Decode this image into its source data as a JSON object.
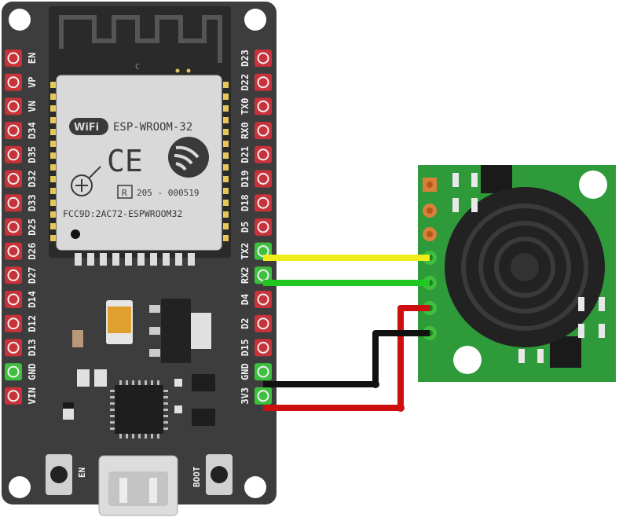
{
  "board": {
    "module_name": "ESP-WROOM-32",
    "wifi_logo": "WiFi",
    "ce_mark": "CE",
    "r_mark": "R",
    "cert_code": "205 - 000519",
    "fcc_id": "FCC9D:2AC72-ESPWROOM32",
    "antenna_mark": "C",
    "btn_en": "EN",
    "btn_boot": "BOOT",
    "left_pins": [
      "EN",
      "VP",
      "VN",
      "D34",
      "D35",
      "D32",
      "D33",
      "D25",
      "D26",
      "D27",
      "D14",
      "D12",
      "D13",
      "GND",
      "VIN"
    ],
    "right_pins": [
      "D23",
      "D22",
      "TX0",
      "RX0",
      "D21",
      "D19",
      "D18",
      "D5",
      "TX2",
      "RX2",
      "D4",
      "D2",
      "D15",
      "GND",
      "3V3"
    ]
  },
  "wires": [
    {
      "from": "TX2",
      "color": "#f0ec1a"
    },
    {
      "from": "RX2",
      "color": "#1ec81e"
    },
    {
      "from": "3V3",
      "color": "#cc1010"
    },
    {
      "from": "GND",
      "color": "#111111"
    }
  ],
  "colors": {
    "board": "#3d3d3d",
    "sensor_pcb": "#2f9a3a",
    "pin_red": "#c8323a",
    "pin_green": "#3fbf3f"
  }
}
